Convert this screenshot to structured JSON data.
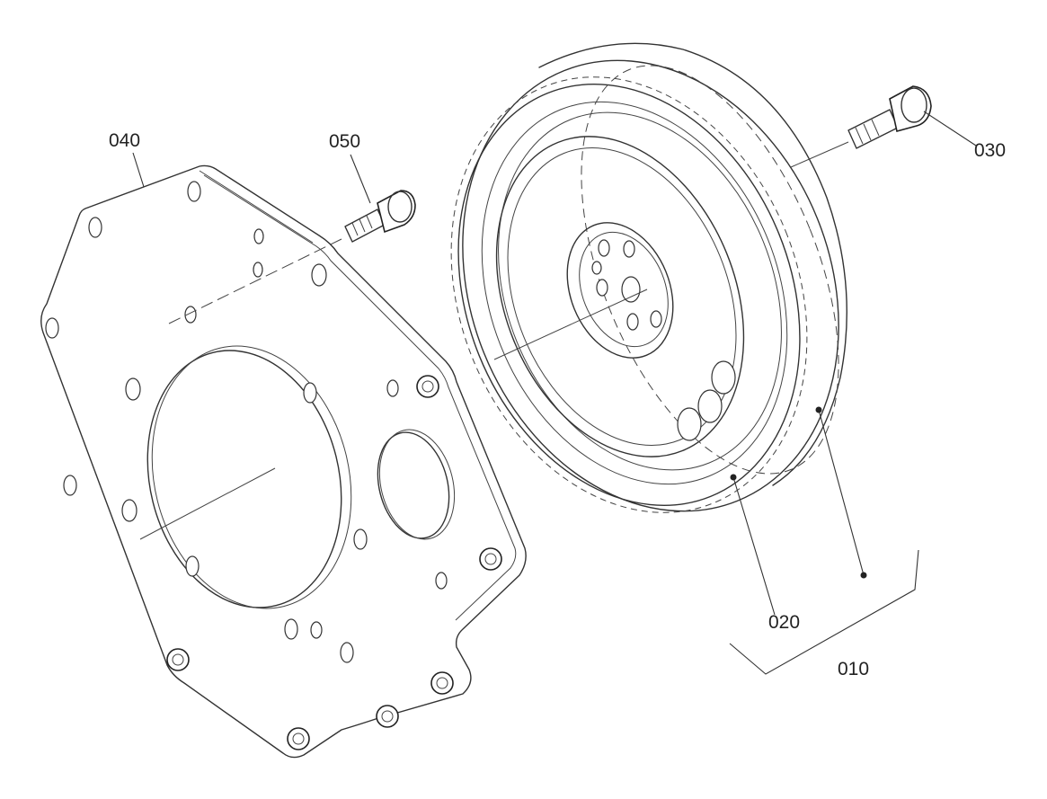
{
  "diagram": {
    "callouts": [
      {
        "id": "010",
        "label": "010"
      },
      {
        "id": "020",
        "label": "020"
      },
      {
        "id": "030",
        "label": "030"
      },
      {
        "id": "040",
        "label": "040"
      },
      {
        "id": "050",
        "label": "050"
      }
    ]
  }
}
